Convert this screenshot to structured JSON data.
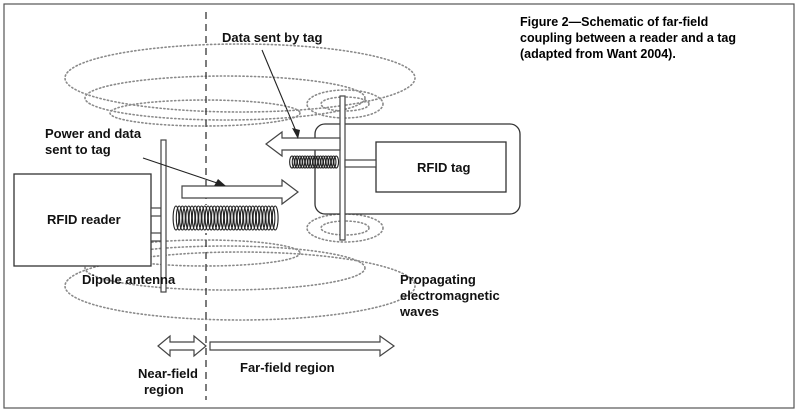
{
  "caption": {
    "line1": "Figure 2—Schematic of far-field",
    "line2": "coupling between a reader and a tag",
    "line3": "(adapted from Want 2004)."
  },
  "labels": {
    "data_sent_by_tag": "Data sent by tag",
    "power_line1": "Power and data",
    "power_line2": "sent to tag",
    "rfid_reader": "RFID reader",
    "rfid_tag": "RFID tag",
    "dipole_antenna": "Dipole antenna",
    "propagating_line1": "Propagating",
    "propagating_line2": "electromagnetic",
    "propagating_line3": "waves",
    "near_field_line1": "Near-field",
    "near_field_line2": "region",
    "far_field": "Far-field region"
  },
  "colors": {
    "line": "#333333",
    "dotted": "#8a8a8a",
    "coil": "#222222"
  }
}
